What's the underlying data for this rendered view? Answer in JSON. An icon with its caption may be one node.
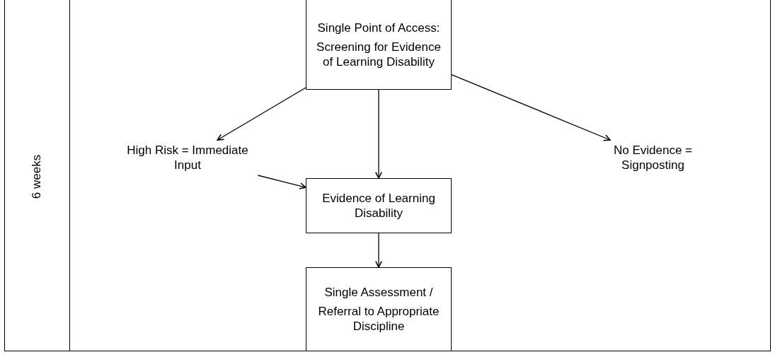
{
  "diagram": {
    "nodes": [
      {
        "text": [
          "Single Point of Access:",
          "Screening for Evidence of Learning Disability"
        ]
      },
      {
        "text": [
          "High Risk = Immediate Input"
        ]
      },
      {
        "text": [
          "No Evidence = Signposting"
        ]
      },
      {
        "text": [
          "Evidence of Learning Disability"
        ]
      },
      {
        "text": [
          "Single Assessment /",
          "Referral to Appropriate Discipline"
        ]
      }
    ],
    "edges": [
      {
        "from": 0,
        "to": 1,
        "arrow": "to"
      },
      {
        "from": 0,
        "to": 2,
        "arrow": "to"
      },
      {
        "from": 0,
        "to": 3,
        "arrow": "to"
      },
      {
        "from": 1,
        "to": 3,
        "arrow": "to"
      },
      {
        "from": 3,
        "to": 4,
        "arrow": "to"
      }
    ],
    "labels": [
      "6 weeks"
    ]
  }
}
